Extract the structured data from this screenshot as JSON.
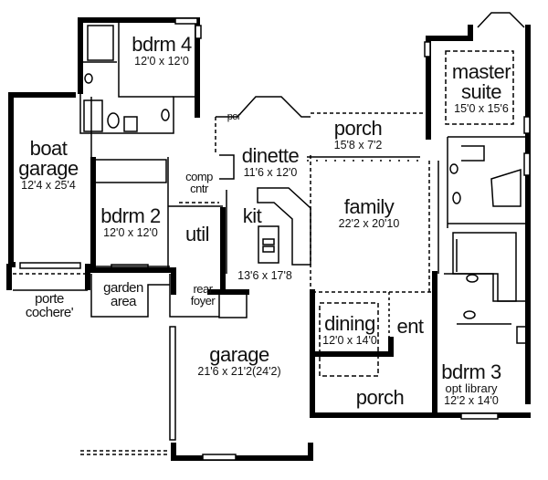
{
  "floor_plan": {
    "colors": {
      "wall": "#000000",
      "line": "#444444",
      "background": "#ffffff"
    },
    "rooms": {
      "bdrm4": {
        "name": "bdrm 4",
        "dims": "12'0 x 12'0"
      },
      "boat_garage": {
        "name_line1": "boat",
        "name_line2": "garage",
        "dims": "12'4 x 25'4"
      },
      "bdrm2": {
        "name": "bdrm 2",
        "dims": "12'0 x 12'0"
      },
      "comp_cntr": {
        "name_line1": "comp",
        "name_line2": "cntr"
      },
      "util": {
        "name": "util"
      },
      "por": {
        "name": "por"
      },
      "dinette": {
        "name": "dinette",
        "dims": "11'6 x 12'0"
      },
      "kit": {
        "name": "kit",
        "dims": "13'6 x 17'8"
      },
      "porch_rear": {
        "name": "porch",
        "dims": "15'8 x 7'2"
      },
      "family": {
        "name": "family",
        "dims": "22'2 x 20'10"
      },
      "master_suite": {
        "name_line1": "master",
        "name_line2": "suite",
        "dims": "15'0 x 15'6"
      },
      "garden_area": {
        "name_line1": "garden",
        "name_line2": "area"
      },
      "porte_cochere": {
        "name_line1": "porte",
        "name_line2": "cochere'"
      },
      "rear_foyer": {
        "name_line1": "rear",
        "name_line2": "foyer"
      },
      "garage": {
        "name": "garage",
        "dims": "21'6 x 21'2(24'2)"
      },
      "dining": {
        "name": "dining",
        "dims": "12'0 x 14'0"
      },
      "ent": {
        "name": "ent"
      },
      "porch_front": {
        "name": "porch"
      },
      "bdrm3": {
        "name": "bdrm 3",
        "subtitle": "opt library",
        "dims": "12'2 x 14'0"
      }
    }
  }
}
